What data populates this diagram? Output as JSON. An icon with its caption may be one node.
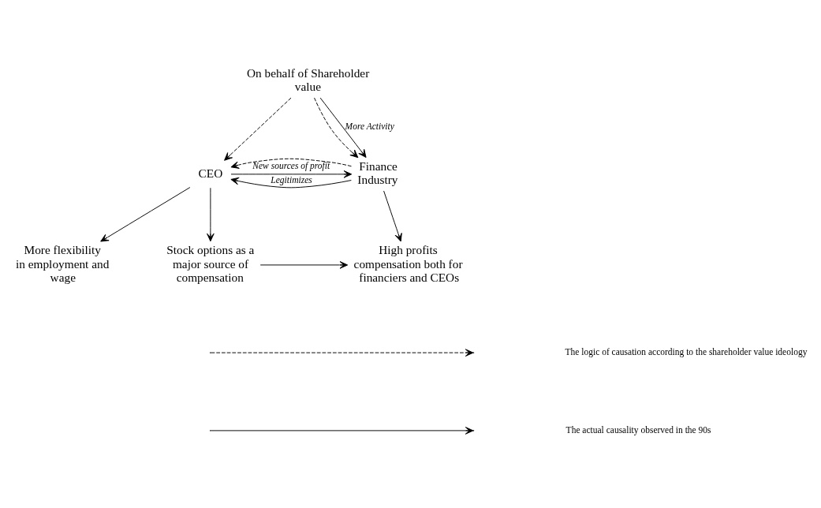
{
  "diagram": {
    "nodes": [
      {
        "text": [
          "On behalf of Shareholder value"
        ]
      },
      {
        "text": [
          "CEO"
        ]
      },
      {
        "text": [
          "Finance Industry"
        ]
      },
      {
        "text": [
          "More flexibility in employment and wage"
        ]
      },
      {
        "text": [
          "Stock options as a major source of compensation"
        ]
      },
      {
        "text": [
          "High profits compensation both for financiers and CEOs"
        ]
      }
    ],
    "edges": [
      {
        "from": 0,
        "to": 1,
        "arrow": "to",
        "style": "dashed"
      },
      {
        "from": 0,
        "to": 2,
        "arrow": "to",
        "style": "dashed"
      },
      {
        "from": 0,
        "to": 2,
        "arrow": "to",
        "label": "More Activity"
      },
      {
        "from": 1,
        "to": 2,
        "arrow": "to",
        "label": "New sources of profit"
      },
      {
        "from": 2,
        "to": 1,
        "arrow": "to",
        "style": "dashed"
      },
      {
        "from": 2,
        "to": 1,
        "arrow": "to",
        "label": "Legitimizes"
      },
      {
        "from": 1,
        "to": 3,
        "arrow": "to"
      },
      {
        "from": 1,
        "to": 4,
        "arrow": "to"
      },
      {
        "from": 2,
        "to": 5,
        "arrow": "to"
      },
      {
        "from": 4,
        "to": 5,
        "arrow": "to"
      }
    ],
    "legend": [
      {
        "text": "The logic of causation according to the shareholder value ideology"
      },
      {
        "text": "The actual causality observed in the 90s"
      }
    ]
  }
}
